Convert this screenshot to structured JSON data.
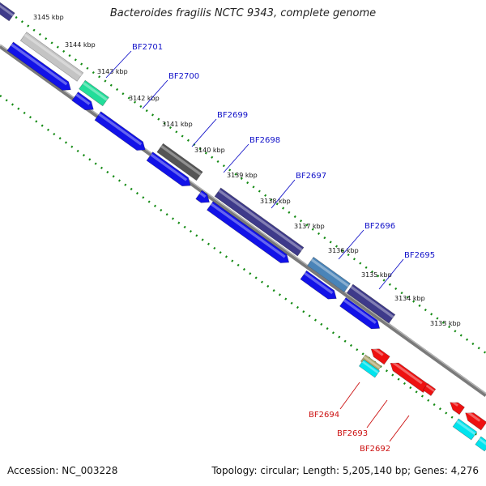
{
  "title": "Bacteroides fragilis NCTC 9343, complete genome",
  "footer": {
    "accession": "Accession: NC_003228",
    "topology": "Topology: circular; Length: 5,205,140 bp; Genes: 4,276"
  },
  "colors": {
    "dots": "#138a13",
    "backbone_dark": "#6e6e6e",
    "backbone_light": "#bdbdbd",
    "forward_label": "#1010c8",
    "reverse_label": "#cc1010",
    "blue_gene": "#1212e8",
    "red_gene": "#ee1111",
    "cyan_gene": "#00e0ee"
  },
  "kbp_ticks": [
    "3145 kbp",
    "3144 kbp",
    "3143 kbp",
    "3142 kbp",
    "3141 kbp",
    "3140 kbp",
    "3139 kbp",
    "3138 kbp",
    "3137 kbp",
    "3136 kbp",
    "3135 kbp",
    "3134 kbp",
    "3133 kbp"
  ],
  "forward_gene_labels": [
    "BF2701",
    "BF2700",
    "BF2699",
    "BF2698",
    "BF2697",
    "BF2696",
    "BF2695"
  ],
  "reverse_gene_labels": [
    "BF2694",
    "BF2693",
    "BF2692"
  ],
  "gene_colors": {
    "forward_orfs": "#1212e8",
    "cog_light_gray": "#c4c4c4",
    "cog_green": "#22dd99",
    "cog_dark_gray": "#555555",
    "cog_purple": "#3e3a8a",
    "cog_steel_blue": "#4a84b8",
    "reverse_orfs": "#ee1111",
    "reverse_cog_cyan": "#00e4ee",
    "reverse_cog_olive": "#b0a870"
  }
}
